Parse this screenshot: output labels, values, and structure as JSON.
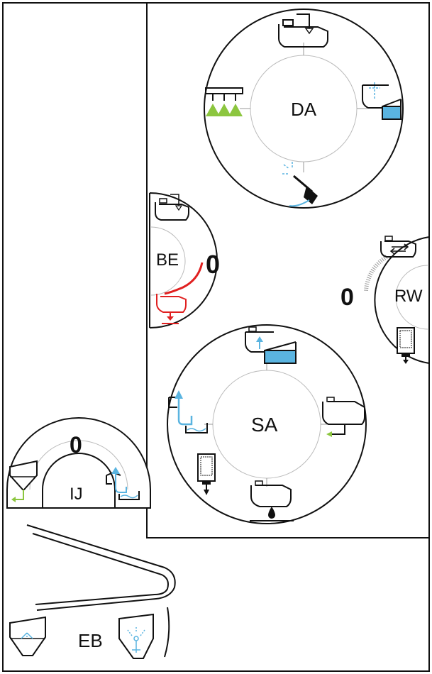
{
  "modes": {
    "da": {
      "label": "DA"
    },
    "be": {
      "label": "BE",
      "value": "0",
      "level_fraction": 0.5
    },
    "rw": {
      "label": "RW",
      "value": "0"
    },
    "sa": {
      "label": "SA"
    },
    "ij": {
      "label": "IJ",
      "value": "0"
    },
    "eb": {
      "label": "EB"
    }
  },
  "icons": {
    "da": [
      "tank-fill-icon",
      "boom-spray-icon",
      "tank-rinse-icon",
      "pressure-washer-icon"
    ],
    "be": [
      "tank-fill-icon",
      "tank-drain-icon"
    ],
    "rw": [
      "tank-recirculate-icon",
      "filter-icon"
    ],
    "sa": [
      "tank-to-rinse-tank-icon",
      "rinse-water-icon",
      "tank-suction-icon",
      "filter-icon",
      "tank-drain-droplet-icon"
    ],
    "ij": [
      "induction-hopper-icon",
      "rinse-water-icon"
    ],
    "eb": [
      "hopper-rinse-icon",
      "hopper-nozzle-icon"
    ]
  },
  "colors": {
    "line": "#111111",
    "ring": "#bbbbbb",
    "water_blue": "#5ab4e0",
    "spray_green": "#8cc63f",
    "alert_red": "#e02020"
  }
}
